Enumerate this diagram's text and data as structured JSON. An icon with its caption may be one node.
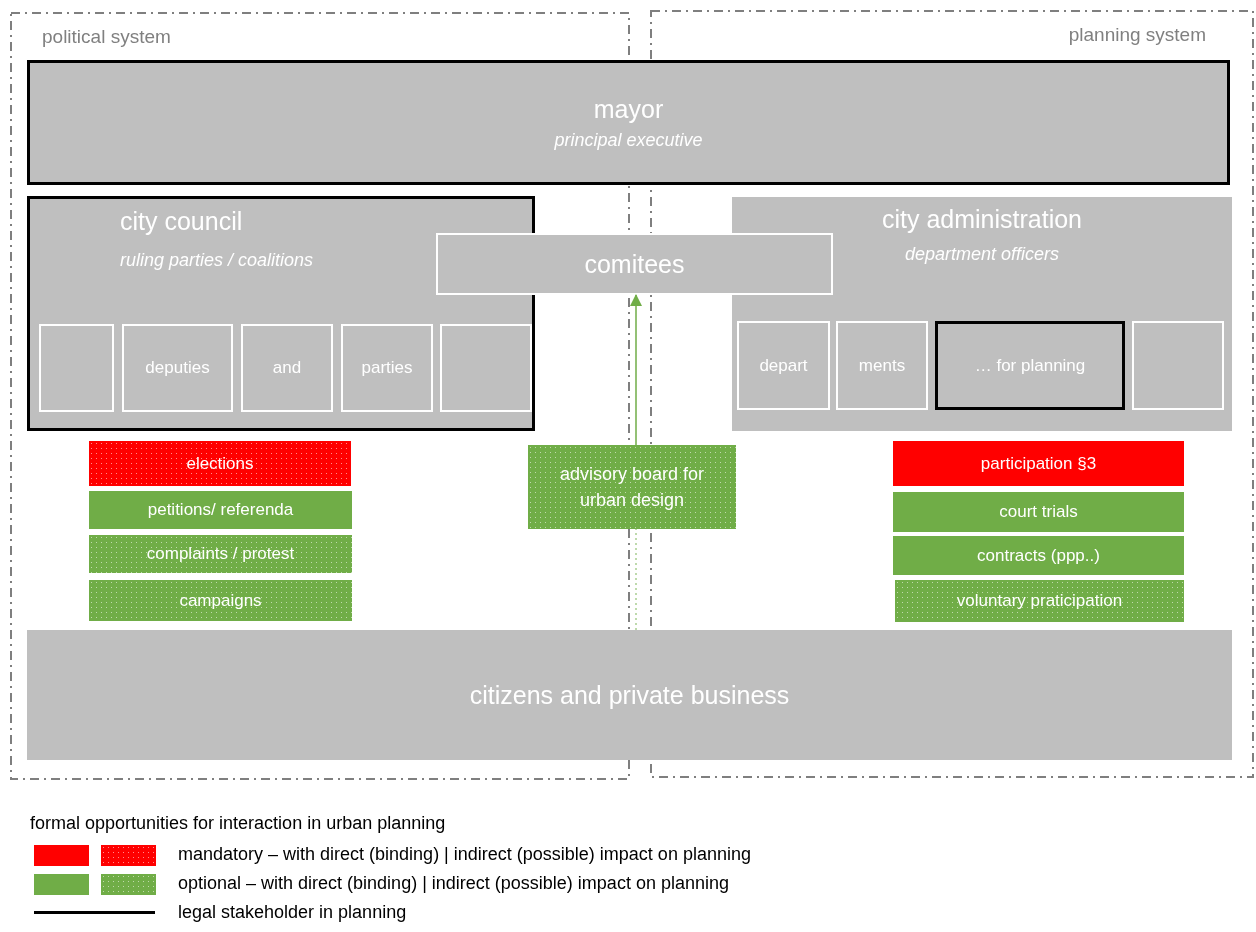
{
  "diagram": {
    "nodes": [
      {
        "text": [
          "political system"
        ]
      },
      {
        "text": [
          "planning system"
        ]
      },
      {
        "text": [
          "mayor",
          "principal executive"
        ]
      },
      {
        "text": [
          "city council",
          "ruling parties / coalitions"
        ],
        "in": 0
      },
      {
        "text": [
          "comitees"
        ]
      },
      {
        "text": [
          "city administration",
          "department officers"
        ],
        "in": 1
      },
      {
        "text": [],
        "shape": "box",
        "in": 3
      },
      {
        "text": [
          "deputies"
        ],
        "in": 3
      },
      {
        "text": [
          "and"
        ],
        "in": 3
      },
      {
        "text": [
          "parties"
        ],
        "in": 3
      },
      {
        "text": [],
        "shape": "box",
        "in": 3
      },
      {
        "text": [
          "depart"
        ],
        "in": 5
      },
      {
        "text": [
          "ments"
        ],
        "in": 5
      },
      {
        "text": [
          "… for planning"
        ],
        "in": 5
      },
      {
        "text": [],
        "shape": "box",
        "in": 5
      },
      {
        "text": [
          "elections"
        ],
        "in": 0
      },
      {
        "text": [
          "petitions/ referenda"
        ],
        "in": 0
      },
      {
        "text": [
          "complaints / protest"
        ],
        "in": 0
      },
      {
        "text": [
          "campaigns"
        ],
        "in": 0
      },
      {
        "text": [
          "advisory board for urban design"
        ]
      },
      {
        "text": [
          "participation §3"
        ],
        "in": 1
      },
      {
        "text": [
          "court trials"
        ],
        "in": 1
      },
      {
        "text": [
          "contracts (ppp..)"
        ],
        "in": 1
      },
      {
        "text": [
          "voluntary praticipation"
        ],
        "in": 1
      },
      {
        "text": [
          "citizens and private business"
        ]
      }
    ],
    "edges": [
      {
        "from": 24,
        "to": 19,
        "arrow": "none",
        "style": "dashed",
        "color": "#70ad47"
      },
      {
        "from": 19,
        "to": 4,
        "arrow": "to",
        "color": "#70ad47"
      }
    ],
    "labels": [
      "formal opportunities for interaction in urban planning"
    ],
    "legend": [
      {
        "text": "mandatory  – with direct (binding) | indirect (possible) impact on planning",
        "color": "#ff0000"
      },
      {
        "text": "optional – with direct (binding) | indirect (possible) impact on planning",
        "color": "#70ad47"
      },
      {
        "text": "legal stakeholder in planning"
      }
    ]
  }
}
